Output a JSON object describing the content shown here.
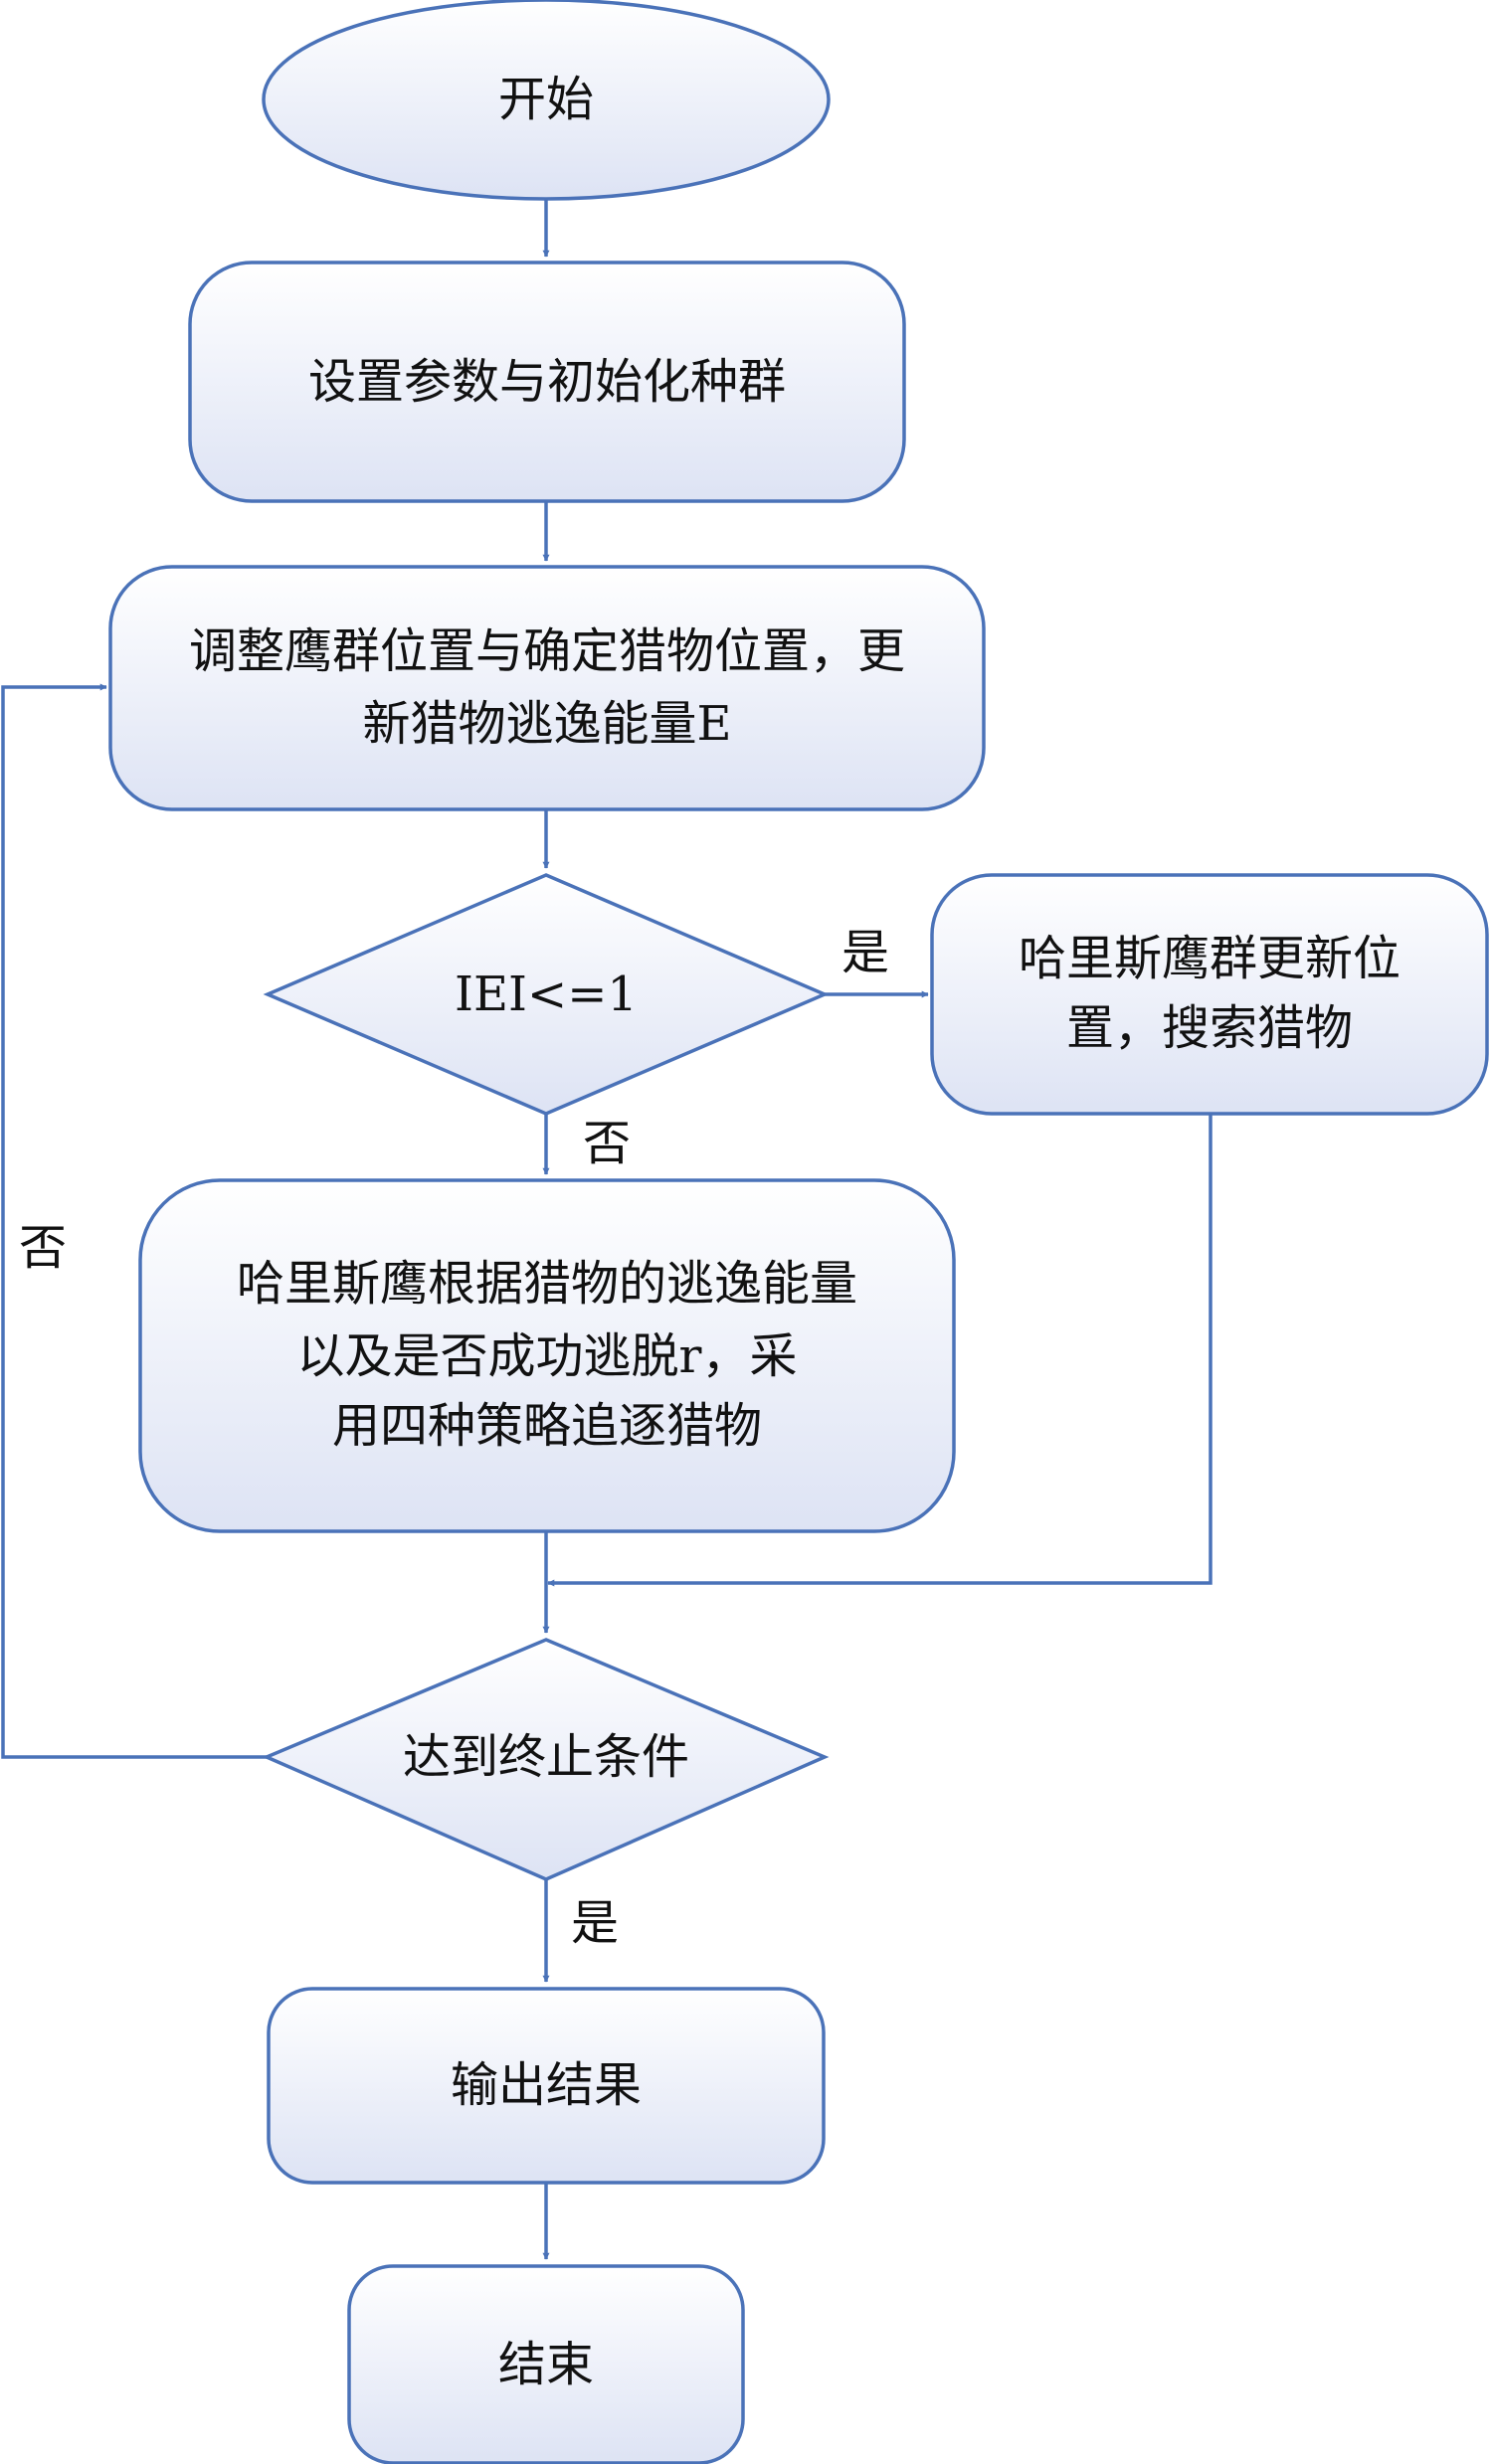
{
  "nodes": {
    "start": {
      "label": "开始"
    },
    "init": {
      "label": "设置参数与初始化种群"
    },
    "adjust": {
      "lines": [
        "调整鹰群位置与确定猎物位置，更",
        "新猎物逃逸能量E"
      ]
    },
    "cond_energy": {
      "label": "IEI<=1"
    },
    "explore": {
      "lines": [
        "哈里斯鹰群更新位",
        "置，搜索猎物"
      ]
    },
    "exploit": {
      "lines": [
        "哈里斯鹰根据猎物的逃逸能量",
        "以及是否成功逃脱r，采",
        "用四种策略追逐猎物"
      ]
    },
    "cond_stop": {
      "label": "达到终止条件"
    },
    "output": {
      "label": "输出结果"
    },
    "end": {
      "label": "结束"
    }
  },
  "edges": {
    "energy_yes": {
      "label": "是"
    },
    "energy_no": {
      "label": "否"
    },
    "stop_no": {
      "label": "否"
    },
    "stop_yes": {
      "label": "是"
    }
  },
  "colors": {
    "stroke": "#4a72b8",
    "fill_top": "#ffffff",
    "fill_bottom": "#dde3f4",
    "text": "#111111"
  }
}
